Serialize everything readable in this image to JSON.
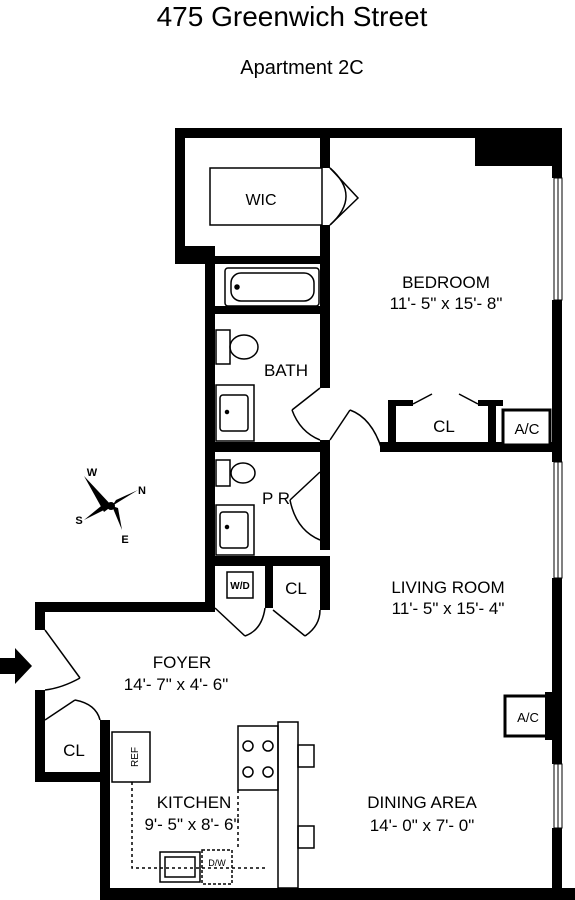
{
  "header": {
    "title": "475 Greenwich Street",
    "subtitle": "Apartment 2C"
  },
  "rooms": {
    "wic": "WIC",
    "bedroom": {
      "name": "BEDROOM",
      "size": "11'- 5\" x 15'- 8\""
    },
    "bath": "BATH",
    "bedroom_closet": "CL",
    "ac_bedroom": "A/C",
    "powder_room": "P R",
    "washer_dryer": "W/D",
    "hall_closet": "CL",
    "living_room": {
      "name": "LIVING ROOM",
      "size": "11'- 5\" x 15'- 4\""
    },
    "foyer": {
      "name": "FOYER",
      "size": "14'- 7\" x 4'- 6\""
    },
    "foyer_closet": "CL",
    "ac_living": "A/C",
    "refrigerator": "REF",
    "kitchen": {
      "name": "KITCHEN",
      "size": "9'- 5\" x 8'- 6\""
    },
    "dishwasher": "D/W",
    "dining_area": {
      "name": "DINING AREA",
      "size": "14'- 0\" x 7'- 0\""
    }
  },
  "compass": {
    "w": "W",
    "n": "N",
    "s": "S",
    "e": "E"
  },
  "colors": {
    "wall": "#000000",
    "background": "#ffffff"
  }
}
